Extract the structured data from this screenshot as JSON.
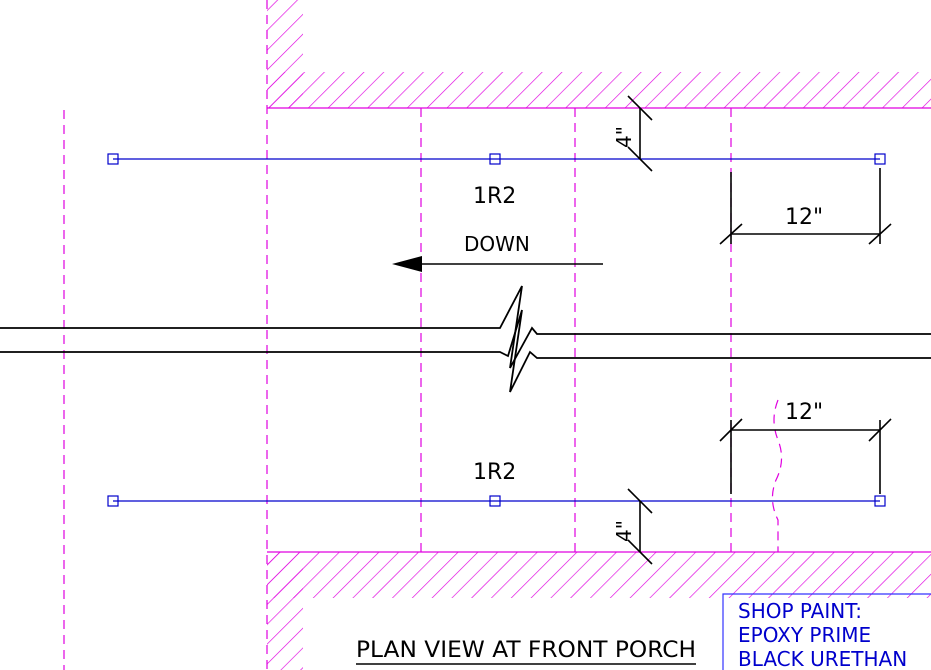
{
  "labels": {
    "rail_top": "1R2",
    "rail_bottom": "1R2",
    "direction": "DOWN",
    "view_title": "PLAN VIEW AT FRONT PORCH"
  },
  "dimensions": {
    "top_offset": "4\"",
    "top_span": "12\"",
    "bottom_span": "12\"",
    "bottom_offset": "4\""
  },
  "notes": {
    "line1": "SHOP PAINT:",
    "line2": "EPOXY PRIME",
    "line3": "BLACK URETHAN"
  },
  "colors": {
    "ink": "#000000",
    "rail": "#0000cc",
    "hatch": "#e000e0",
    "note_frame": "#3333ff"
  }
}
